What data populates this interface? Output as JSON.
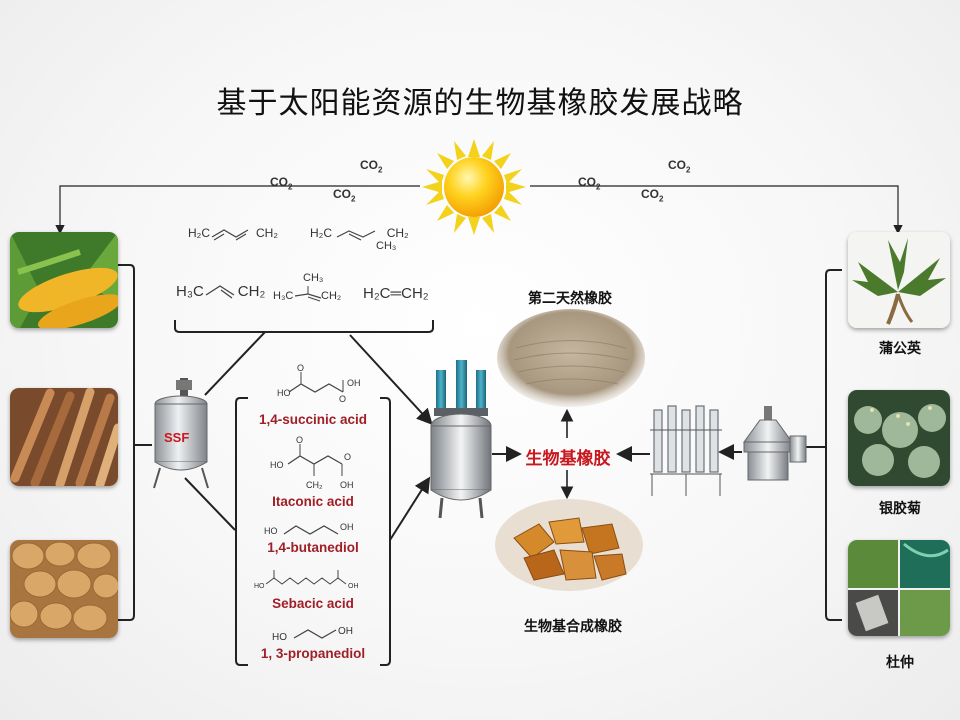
{
  "title": "基于太阳能资源的生物基橡胶发展战略",
  "co2": [
    "CO",
    "CO",
    "CO",
    "CO",
    "CO",
    "CO"
  ],
  "co2_sub": "2",
  "monomers": {
    "butadiene": "H₂C═══CH₂",
    "isoprene_left": "H₂C",
    "isoprene_right": "CH₂",
    "isoprene_methyl": "CH₃",
    "propylene_left": "H₃C",
    "propylene_right": "CH₂",
    "isobutylene_methyl": "CH₃",
    "isobutylene_left": "H₃C",
    "isobutylene_right": "CH₂",
    "ethylene": "H₂C═CH₂"
  },
  "ssf_label": "SSF",
  "chemicals": [
    {
      "name": "1,4-succinic acid"
    },
    {
      "name": "Itaconic acid"
    },
    {
      "name": "1,4-butanediol"
    },
    {
      "name": "Sebacic acid"
    },
    {
      "name": "1, 3-propanediol"
    }
  ],
  "center": {
    "label": "生物基橡胶",
    "natural": "第二天然橡胶",
    "synthetic": "生物基合成橡胶"
  },
  "plants": [
    {
      "label": "蒲公英"
    },
    {
      "label": "银胶菊"
    },
    {
      "label": "杜仲"
    }
  ],
  "colors": {
    "accent_red": "#a01e26",
    "center_red": "#c8171e",
    "line": "#222222"
  }
}
